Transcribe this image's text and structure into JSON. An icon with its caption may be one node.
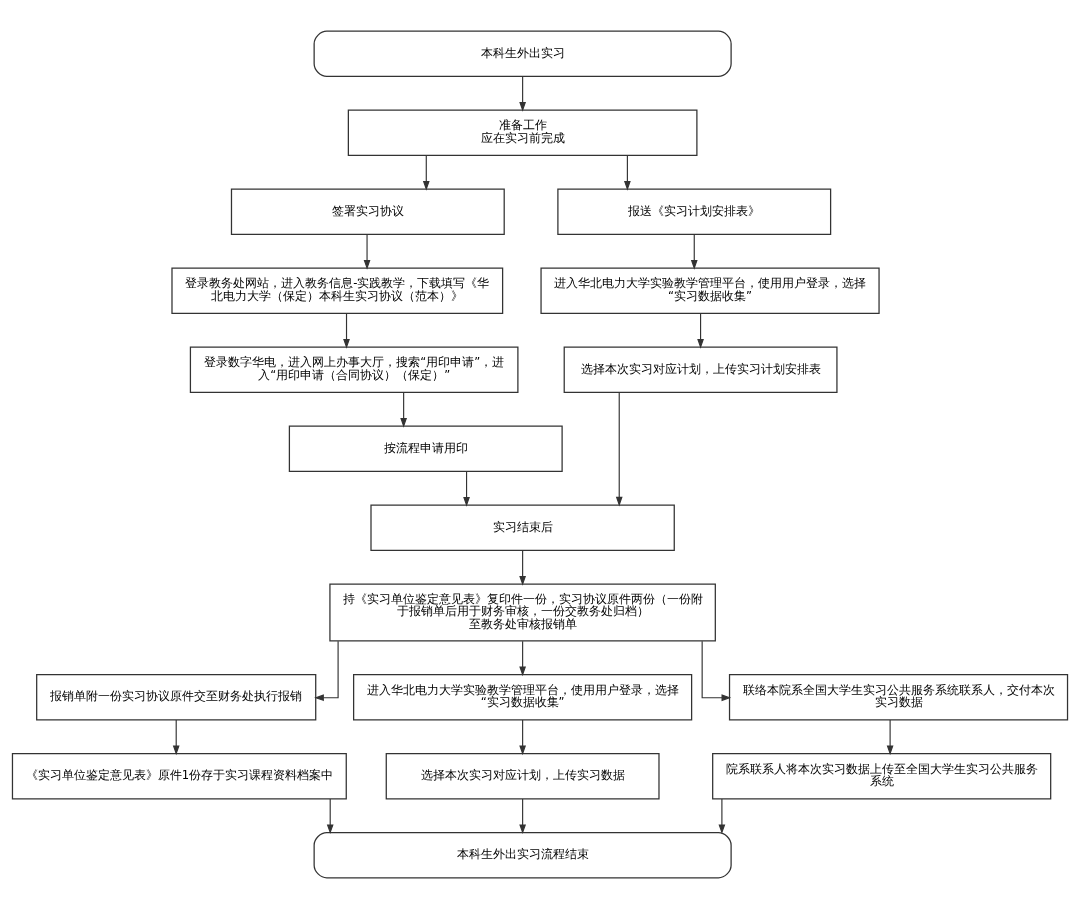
{
  "diagram": {
    "nodes": [
      {
        "text": [
          "本科生外出实习"
        ]
      },
      {
        "text": [
          "准备工作",
          "应在实习前完成"
        ]
      },
      {
        "text": [
          "签署实习协议"
        ]
      },
      {
        "text": [
          "报送《实习计划安排表》"
        ]
      },
      {
        "text": [
          "登录教务处网站，进入教务信息-实践教学，下载填写《华北电力大学（保定）本科生实习协议（范本）》"
        ]
      },
      {
        "text": [
          "进入华北电力大学实验教学管理平台，使用用户登录，选择“实习数据收集”"
        ]
      },
      {
        "text": [
          "登录数字华电，进入网上办事大厅，搜索“用印申请”，进入“用印申请（合同协议）（保定）”"
        ]
      },
      {
        "text": [
          "选择本次实习对应计划，上传实习计划安排表"
        ]
      },
      {
        "text": [
          "按流程申请用印"
        ]
      },
      {
        "text": [
          "实习结束后"
        ]
      },
      {
        "text": [
          "持《实习单位鉴定意见表》复印件一份，实习协议原件两份（一份附于报销单后用于财务审核，一份交教务处归档）",
          "至教务处审核报销单"
        ]
      },
      {
        "text": [
          "报销单附一份实习协议原件交至财务处执行报销"
        ]
      },
      {
        "text": [
          "进入华北电力大学实验教学管理平台，使用用户登录，选择“实习数据收集”"
        ]
      },
      {
        "text": [
          "联络本院系全国大学生实习公共服务系统联系人，交付本次实习数据"
        ]
      },
      {
        "text": [
          "《实习单位鉴定意见表》原件1份存于实习课程资料档案中"
        ]
      },
      {
        "text": [
          "选择本次实习对应计划，上传实习数据"
        ]
      },
      {
        "text": [
          "院系联系人将本次实习数据上传至全国大学生实习公共服务系统"
        ]
      },
      {
        "text": [
          "本科生外出实习流程结束"
        ]
      }
    ],
    "edges": [
      {
        "from": 0,
        "to": 1,
        "arrow": "to"
      },
      {
        "from": 1,
        "to": 2,
        "arrow": "to"
      },
      {
        "from": 1,
        "to": 3,
        "arrow": "to"
      },
      {
        "from": 2,
        "to": 4,
        "arrow": "to"
      },
      {
        "from": 4,
        "to": 6,
        "arrow": "to"
      },
      {
        "from": 6,
        "to": 8,
        "arrow": "to"
      },
      {
        "from": 3,
        "to": 5,
        "arrow": "to"
      },
      {
        "from": 5,
        "to": 7,
        "arrow": "to"
      },
      {
        "from": 8,
        "to": 9,
        "arrow": "to"
      },
      {
        "from": 7,
        "to": 9,
        "arrow": "to"
      },
      {
        "from": 9,
        "to": 10,
        "arrow": "to"
      },
      {
        "from": 10,
        "to": 11,
        "arrow": "to"
      },
      {
        "from": 10,
        "to": 12,
        "arrow": "to"
      },
      {
        "from": 10,
        "to": 13,
        "arrow": "to"
      },
      {
        "from": 11,
        "to": 14,
        "arrow": "to"
      },
      {
        "from": 12,
        "to": 15,
        "arrow": "to"
      },
      {
        "from": 13,
        "to": 16,
        "arrow": "to"
      },
      {
        "from": 14,
        "to": 17,
        "arrow": "to"
      },
      {
        "from": 15,
        "to": 17,
        "arrow": "to"
      },
      {
        "from": 16,
        "to": 17,
        "arrow": "to"
      }
    ]
  }
}
